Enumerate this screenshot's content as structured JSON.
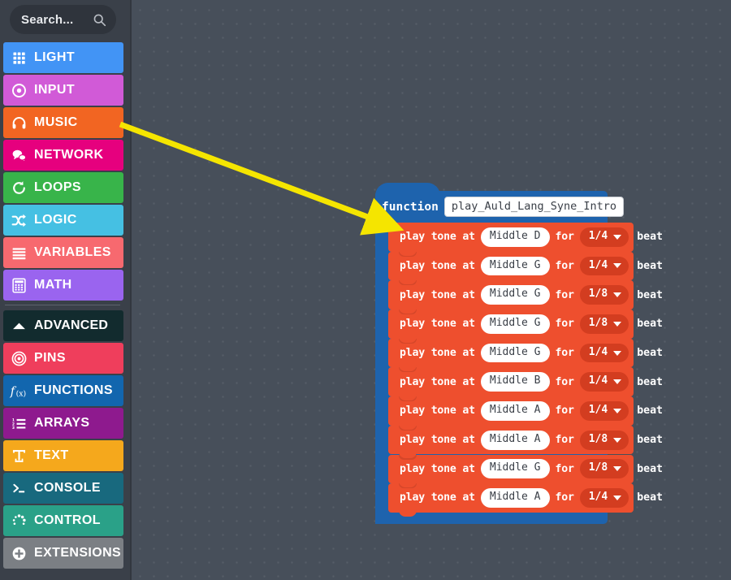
{
  "search": {
    "placeholder": "Search...",
    "icon": "search-icon"
  },
  "sidebar": {
    "items": [
      {
        "label": "LIGHT",
        "icon": "grid-icon",
        "color": "#4294f5",
        "text": "#ffffff"
      },
      {
        "label": "INPUT",
        "icon": "target-dot-icon",
        "color": "#d15ad7",
        "text": "#ffffff"
      },
      {
        "label": "MUSIC",
        "icon": "headphones-icon",
        "color": "#f26522",
        "text": "#ffffff"
      },
      {
        "label": "NETWORK",
        "icon": "chat-bubbles-icon",
        "color": "#e6007e",
        "text": "#ffffff"
      },
      {
        "label": "LOOPS",
        "icon": "refresh-icon",
        "color": "#38b44a",
        "text": "#ffffff"
      },
      {
        "label": "LOGIC",
        "icon": "shuffle-icon",
        "color": "#45c0e3",
        "text": "#ffffff"
      },
      {
        "label": "VARIABLES",
        "icon": "list-lines-icon",
        "color": "#f7696f",
        "text": "#ffffff"
      },
      {
        "label": "MATH",
        "icon": "calculator-icon",
        "color": "#9a64ef",
        "text": "#ffffff"
      }
    ],
    "advanced": {
      "label": "ADVANCED",
      "icon": "chevron-up-icon",
      "color": "#122b2e",
      "text": "#ffffff"
    },
    "advanced_items": [
      {
        "label": "PINS",
        "icon": "target-rings-icon",
        "color": "#ef3e5c",
        "text": "#ffffff"
      },
      {
        "label": "FUNCTIONS",
        "icon": "fx-icon",
        "color": "#1266ae",
        "text": "#ffffff"
      },
      {
        "label": "ARRAYS",
        "icon": "numbered-list-icon",
        "color": "#8e1a8e",
        "text": "#ffffff"
      },
      {
        "label": "TEXT",
        "icon": "text-t-icon",
        "color": "#f5a81c",
        "text": "#ffffff"
      },
      {
        "label": "CONSOLE",
        "icon": "terminal-icon",
        "color": "#18697e",
        "text": "#ffffff"
      },
      {
        "label": "CONTROL",
        "icon": "spinner-dots-icon",
        "color": "#2aa188",
        "text": "#ffffff"
      },
      {
        "label": "EXTENSIONS",
        "icon": "plus-circle-icon",
        "color": "#7b7f84",
        "text": "#ffffff"
      }
    ]
  },
  "workspace": {
    "function_block": {
      "keyword": "function",
      "name": "play_Auld_Lang_Syne_Intro",
      "color": "#1e63ad",
      "statements": [
        {
          "prefix": "play tone at",
          "note": "Middle D",
          "mid": "for",
          "duration": "1/4",
          "suffix": "beat"
        },
        {
          "prefix": "play tone at",
          "note": "Middle G",
          "mid": "for",
          "duration": "1/4",
          "suffix": "beat"
        },
        {
          "prefix": "play tone at",
          "note": "Middle G",
          "mid": "for",
          "duration": "1/8",
          "suffix": "beat"
        },
        {
          "prefix": "play tone at",
          "note": "Middle G",
          "mid": "for",
          "duration": "1/8",
          "suffix": "beat"
        },
        {
          "prefix": "play tone at",
          "note": "Middle G",
          "mid": "for",
          "duration": "1/4",
          "suffix": "beat"
        },
        {
          "prefix": "play tone at",
          "note": "Middle B",
          "mid": "for",
          "duration": "1/4",
          "suffix": "beat"
        },
        {
          "prefix": "play tone at",
          "note": "Middle A",
          "mid": "for",
          "duration": "1/4",
          "suffix": "beat"
        },
        {
          "prefix": "play tone at",
          "note": "Middle A",
          "mid": "for",
          "duration": "1/8",
          "suffix": "beat"
        },
        {
          "prefix": "play tone at",
          "note": "Middle G",
          "mid": "for",
          "duration": "1/8",
          "suffix": "beat"
        },
        {
          "prefix": "play tone at",
          "note": "Middle A",
          "mid": "for",
          "duration": "1/4",
          "suffix": "beat"
        }
      ],
      "statement_color": "#ee4f2e"
    }
  },
  "annotation": {
    "arrow": {
      "color": "#f5e500",
      "from": "music-category",
      "to": "first-play-tone-block"
    }
  }
}
